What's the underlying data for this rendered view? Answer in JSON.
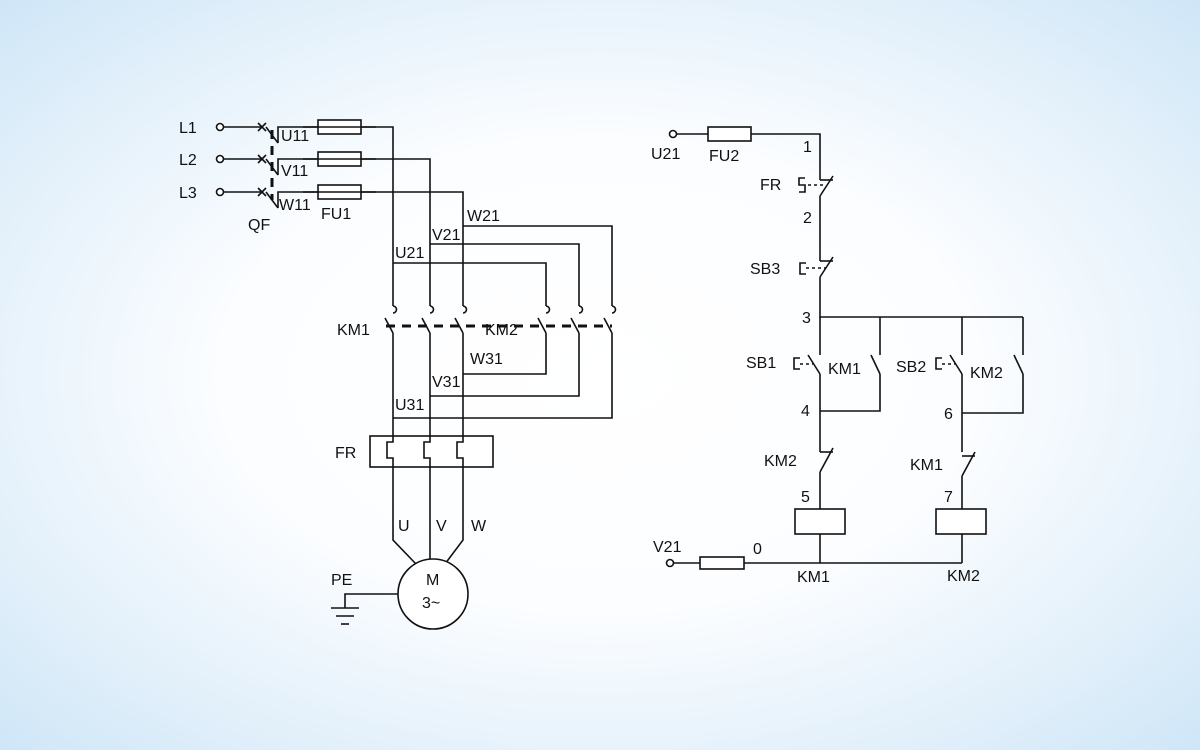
{
  "power_circuit": {
    "lines": [
      "L1",
      "L2",
      "L3"
    ],
    "breaker": "QF",
    "fuse": "FU1",
    "phase_nodes": [
      "U11",
      "V11",
      "W11"
    ],
    "km1_nodes": [
      "U21",
      "V21",
      "W21"
    ],
    "km2_nodes": [
      "U31",
      "V31",
      "W31"
    ],
    "contactor_1": "KM1",
    "contactor_2": "KM2",
    "thermal_relay": "FR",
    "motor_terminals": [
      "U",
      "V",
      "W"
    ],
    "motor_label": "M",
    "motor_sub": "3~",
    "earth": "PE"
  },
  "control_circuit": {
    "supply_top": "U21",
    "supply_bottom": "V21",
    "fuse": "FU2",
    "fr_contact": "FR",
    "stop_button": "SB3",
    "button_1": "SB1",
    "button_2": "SB2",
    "hold_1": "KM1",
    "hold_2": "KM2",
    "interlock_1": "KM2",
    "interlock_2": "KM1",
    "coil_1": "KM1",
    "coil_2": "KM2",
    "nodes": {
      "n0": "0",
      "n1": "1",
      "n2": "2",
      "n3": "3",
      "n4": "4",
      "n5": "5",
      "n6": "6",
      "n7": "7"
    }
  }
}
